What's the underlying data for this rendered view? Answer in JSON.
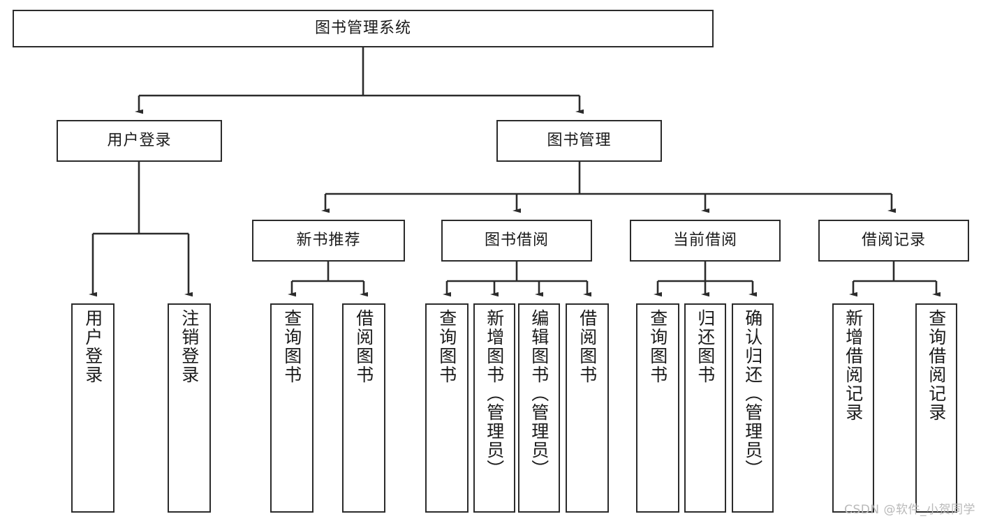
{
  "diagram": {
    "type": "tree",
    "title": "图书管理系统",
    "orientation": "top-down",
    "colors": {
      "background": "#ffffff",
      "box_border": "#2b2b2b",
      "box_fill": "#ffffff",
      "connector": "#2b2b2b",
      "text": "#1a1a1a",
      "watermark": "#b9b9b9"
    },
    "levels": {
      "root": {
        "label": "图书管理系统"
      },
      "level2": [
        {
          "label": "用户登录"
        },
        {
          "label": "图书管理"
        }
      ],
      "level3": [
        {
          "label": "新书推荐"
        },
        {
          "label": "图书借阅"
        },
        {
          "label": "当前借阅"
        },
        {
          "label": "借阅记录"
        }
      ],
      "leaves": {
        "user_login": [
          {
            "label": "用户登录"
          },
          {
            "label": "注销登录"
          }
        ],
        "new_book_recommend": [
          {
            "label": "查询图书"
          },
          {
            "label": "借阅图书"
          }
        ],
        "book_borrow": [
          {
            "label": "查询图书"
          },
          {
            "label": "新增图书（管理员）"
          },
          {
            "label": "编辑图书（管理员）"
          },
          {
            "label": "借阅图书"
          }
        ],
        "current_borrow": [
          {
            "label": "查询图书"
          },
          {
            "label": "归还图书"
          },
          {
            "label": "确认归还（管理员）"
          }
        ],
        "borrow_record": [
          {
            "label": "新增借阅记录"
          },
          {
            "label": "查询借阅记录"
          }
        ]
      }
    }
  },
  "watermark": {
    "text": "CSDN @软件_小贺同学"
  }
}
